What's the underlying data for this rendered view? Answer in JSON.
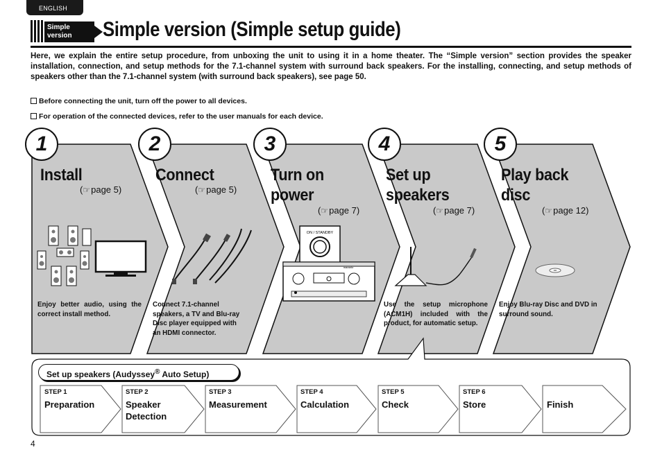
{
  "language_tab": "ENGLISH",
  "header": {
    "badge_line1": "Simple",
    "badge_line2": "version",
    "title": "Simple version (Simple setup guide)"
  },
  "intro": "Here, we explain the entire setup procedure, from unboxing the unit to using it in a home theater. The “Simple version” section provides the speaker installation, connection, and setup methods for the 7.1-channel system with surround back speakers. For the installing, connecting, and setup methods of speakers other than the 7.1-channel system (with surround back speakers), see page 50.",
  "notes": [
    "Before connecting the unit, turn off the power to all devices.",
    "For operation of the connected devices, refer to the user manuals for each device."
  ],
  "steps": [
    {
      "number": "1",
      "title": "Install",
      "page_ref": "page 5",
      "description": "Enjoy better audio, using the correct install method."
    },
    {
      "number": "2",
      "title": "Connect",
      "page_ref": "page 5",
      "description": "Connect 7.1-channel speakers, a TV and Blu-ray Disc player equipped with an HDMI connector."
    },
    {
      "number": "3",
      "title": "Turn on power",
      "page_ref": "page 7",
      "description": "",
      "button_label": "ON / STANDBY",
      "brand_mark": "marantz"
    },
    {
      "number": "4",
      "title": "Set up speakers",
      "page_ref": "page 7",
      "description": "Use the setup microphone (ACM1H) included with the product, for automatic setup."
    },
    {
      "number": "5",
      "title": "Play back disc",
      "page_ref": "page 12",
      "description": "Enjoy Blu-ray Disc and DVD in surround sound."
    }
  ],
  "page_ref_icon": "hand-pointer-icon",
  "setup_panel": {
    "title": "Set up speakers (Audyssey",
    "title_reg": "®",
    "title_tail": " Auto Setup)",
    "steps": [
      {
        "label": "STEP 1",
        "name": "Preparation"
      },
      {
        "label": "STEP 2",
        "name": "Speaker Detection"
      },
      {
        "label": "STEP 3",
        "name": "Measurement"
      },
      {
        "label": "STEP 4",
        "name": "Calculation"
      },
      {
        "label": "STEP 5",
        "name": "Check"
      },
      {
        "label": "STEP 6",
        "name": "Store"
      },
      {
        "label": "",
        "name": "Finish"
      }
    ]
  },
  "colors": {
    "panel_fill": "#c9c9c9",
    "outline": "#111111",
    "badge_bg": "#111111"
  },
  "page_number": "4"
}
